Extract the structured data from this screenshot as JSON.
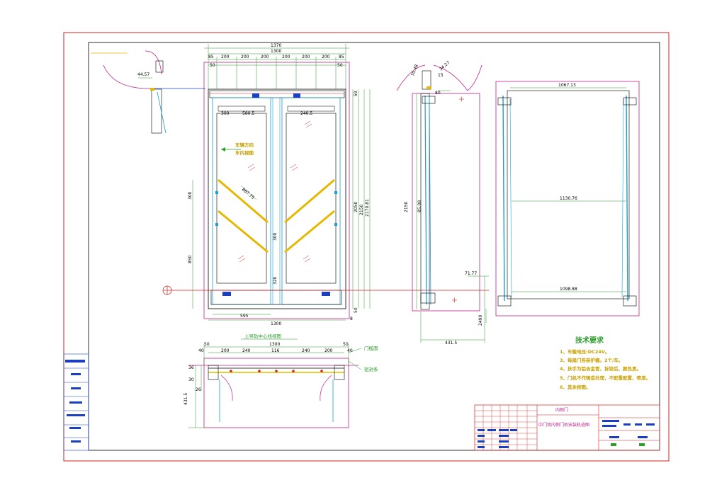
{
  "dims_top": {
    "overall_1370": "1370",
    "overall_1300": "1300",
    "seg_85_l": "85",
    "seg_200_1": "200",
    "seg_200_2": "200",
    "seg_200_3": "200",
    "seg_200_4": "200",
    "seg_200_5": "200",
    "seg_200_6": "200",
    "seg_85_r": "85",
    "seg_50_l": "50",
    "seg_50_r": "50",
    "inner_300": "300",
    "inner_580": "580.5",
    "inner_240": "240.5",
    "bottom_1300": "1300",
    "bottom_595": "595",
    "v_2050": "2050",
    "v_2150": "2150",
    "v_2170": "2170.81",
    "v_300": "300",
    "v_850": "850",
    "v_300b": "300",
    "v_320": "320",
    "diag_887": "887.75",
    "right_59": "59",
    "right_50": "50",
    "right_8": "8"
  },
  "dims_side": {
    "d_70": "70.48",
    "d_15": "15",
    "d_80": "80",
    "d_2150": "2150",
    "d_85": "85.08",
    "d_71": "71.77",
    "d_431": "431.5",
    "d_2490": "2490",
    "d_44": "44.57",
    "d_34": "34.27"
  },
  "dims_right": {
    "w_1067": "1067.13",
    "mid_1130": "1130.76",
    "bot_1098": "1098.88"
  },
  "dims_plan": {
    "p_1300": "1300",
    "p_50l": "50",
    "p_40l": "40",
    "p_200l": "200",
    "p_240l": "240",
    "p_116": "116",
    "p_240r": "240",
    "p_200r": "200",
    "p_40r": "40",
    "p_50r": "50",
    "p_36": "36",
    "p_30": "30",
    "p_26": "26",
    "p_431": "431.5"
  },
  "annotations": {
    "arrow_label_1": "车辆方向",
    "arrow_label_2": "车内视图",
    "center_caption": "上导轨中心线视图",
    "callout_1": "门槛面",
    "callout_2": "密封条"
  },
  "tech": {
    "title": "技术要求",
    "lines": [
      "1、车载电压:DC24V。",
      "3、每扇门各装护栅。2个/车。",
      "4、扶手为铝合金管，拆铰后，颜色黑。",
      "5、门机不作铸造处理，不配重配置，喷漆。",
      "6、其余按图。"
    ]
  },
  "titleblock": {
    "name": "内侧门",
    "subtitle": "中门双内侧门机安装轨迹图"
  },
  "colors": {
    "border": "#d42020",
    "magenta": "#c0208a",
    "cyan": "#1aa0d0",
    "green": "#2a9d2a",
    "yellow": "#e6b800",
    "blue": "#1a40c0",
    "red": "#d42020"
  }
}
